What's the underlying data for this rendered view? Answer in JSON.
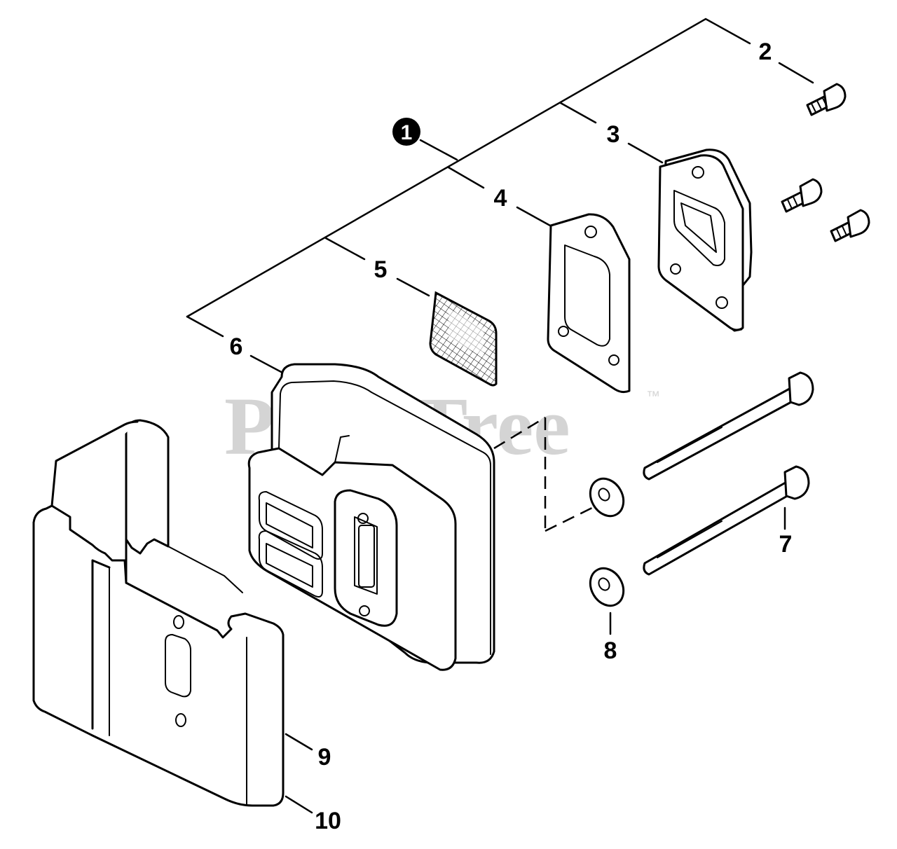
{
  "diagram": {
    "watermark": "PartsTree",
    "trademark": "™",
    "assembly_callout": "1",
    "callouts": [
      "2",
      "3",
      "4",
      "5",
      "6",
      "7",
      "8",
      "9",
      "10"
    ]
  }
}
